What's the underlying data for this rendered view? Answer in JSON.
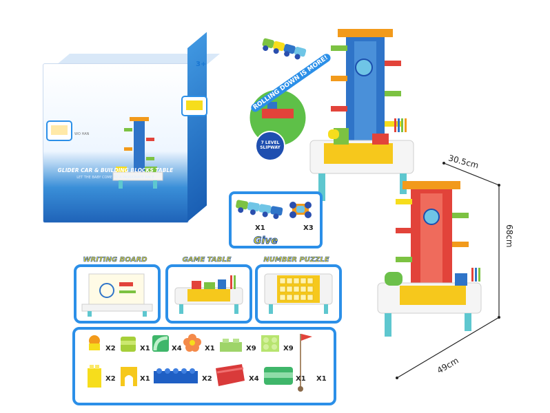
{
  "box": {
    "title": "GLIDER CAR & BUILDING BLOCKS TABLE",
    "subtitle": "LET THE BABY COME TO A PASSIONATE RACE",
    "age": "3+",
    "brand": "WO HAN"
  },
  "callout": {
    "rolling": "ROLLING DOWN IS MORE!",
    "slipway": "7 LEVEL SLIPWAY"
  },
  "dimensions": {
    "width": "30.5cm",
    "height": "68cm",
    "depth": "49cm"
  },
  "give": {
    "label": "Give",
    "items": [
      {
        "name": "train car",
        "qty": "X1"
      },
      {
        "name": "race car",
        "qty": "X3"
      }
    ]
  },
  "modes": [
    {
      "title": "WRITING BOARD"
    },
    {
      "title": "GAME TABLE"
    },
    {
      "title": "NUMBER PUZZLE"
    }
  ],
  "parts": {
    "row1": [
      "X2",
      "X1",
      "X4",
      "X1",
      "X9",
      "X9"
    ],
    "row2": [
      "X2",
      "X1",
      "X2",
      "X4",
      "X1",
      "X1"
    ]
  },
  "colors": {
    "panel_border": "#2b8fe8",
    "title_fill": "#f6dd1c",
    "title_stroke": "#1c4fae",
    "table_leg": "#5ec7cf",
    "tower_red": "#e2433a",
    "tower_blue": "#2f74c8",
    "tower_orange": "#f29a1b"
  }
}
